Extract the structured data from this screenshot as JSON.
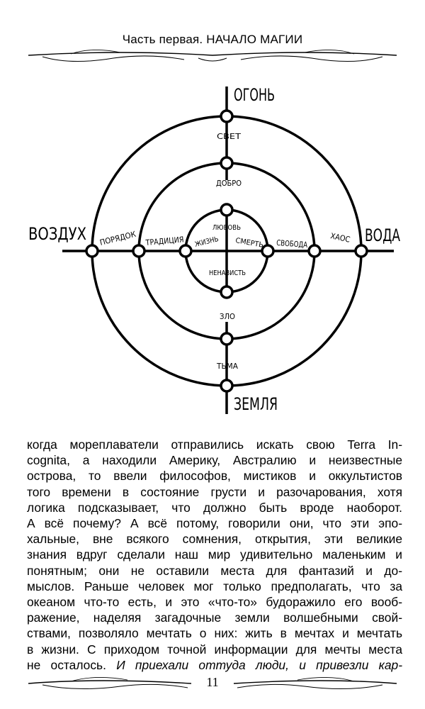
{
  "header": {
    "title": "Часть первая. НАЧАЛО МАГИИ"
  },
  "diagram": {
    "directions": {
      "top": "ОГОНЬ",
      "left": "ВОЗДУХ",
      "right": "ВОДА",
      "bottom": "ЗЕМЛЯ"
    },
    "vertical_labels": [
      "СВЕТ",
      "ДОБРО",
      "ЛЮБОВЬ",
      "НЕНАВИСТЬ",
      "ЗЛО",
      "ТЬМА"
    ],
    "horizontal_labels": [
      "ПОРЯДОК",
      "ТРАДИЦИЯ",
      "ЖИЗНЬ",
      "СМЕРТЬ",
      "СВОБОДА",
      "ХАОС"
    ]
  },
  "body": {
    "lines": [
      "когда мореплаватели отправились искать свою Terra In-",
      "cognita, а находили Америку, Австралию и неизвестные",
      "острова, то ввели философов, мистиков и оккультистов",
      "того времени в состояние грусти и разочарования, хотя",
      "логика подсказывает, что должно быть вроде наоборот.",
      "А всё почему? А всё потому, говорили они, что эти эпо-",
      "хальные, вне всякого сомнения, открытия, эти великие",
      "знания вдруг сделали наш мир удивительно маленьким и",
      "понятным; они не оставили места для фантазий и до-",
      "мыслов. Раньше человек мог только предполагать, что за",
      "океаном что-то есть, и это «что-то» будоражило его вооб-",
      "ражение, наделяя загадочные земли волшебными свой-",
      "ствами, позволяло мечтать о них: жить в мечтах и мечтать",
      "в жизни. С приходом точной информации для мечты места"
    ],
    "last_line_regular": "не осталось. ",
    "last_line_italic": "И приехали оттуда люди, и привезли кар-"
  },
  "footer": {
    "page_number": "11"
  }
}
